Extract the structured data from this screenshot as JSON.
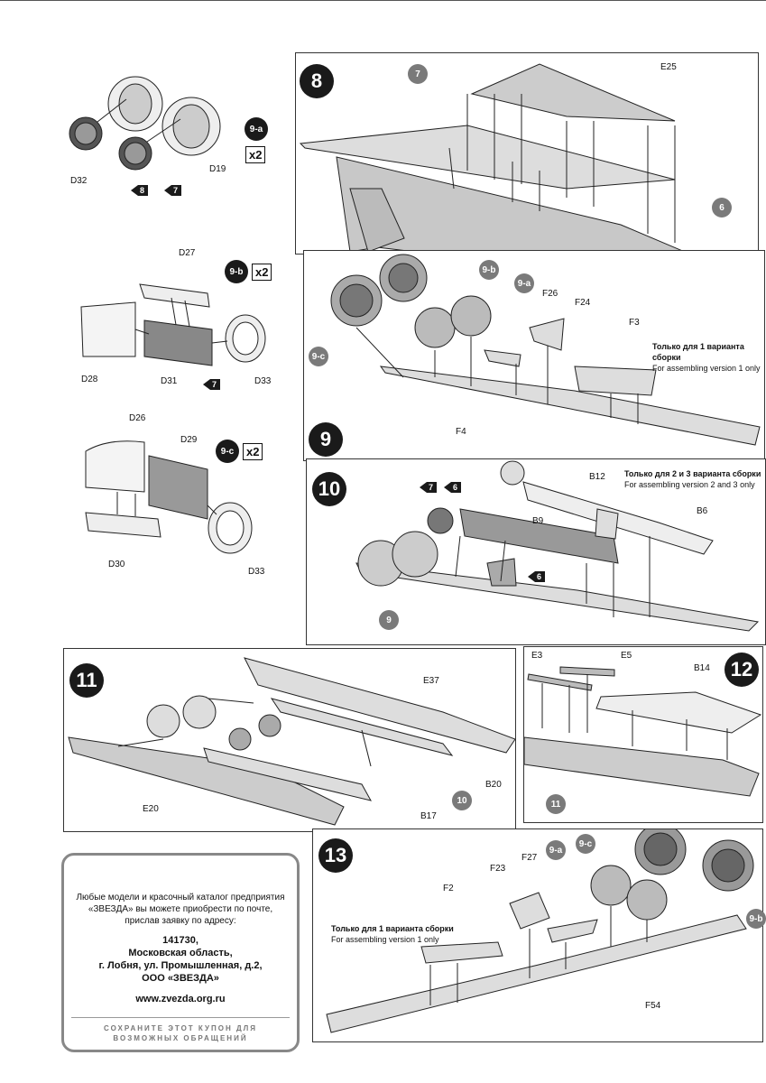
{
  "sub_assemblies": {
    "a": {
      "id": "9-a",
      "qty": "x2",
      "parts": [
        "D32",
        "D19"
      ],
      "stars": [
        "8",
        "7"
      ]
    },
    "b": {
      "id": "9-b",
      "qty": "x2",
      "parts": [
        "D27",
        "D28",
        "D31",
        "D33"
      ],
      "stars": [
        "7"
      ]
    },
    "c": {
      "id": "9-c",
      "qty": "x2",
      "parts": [
        "D26",
        "D29",
        "D30",
        "D33"
      ]
    }
  },
  "step8": {
    "number": "8",
    "refs": [
      "7",
      "6"
    ],
    "parts": [
      "E25"
    ]
  },
  "step9": {
    "number": "9",
    "refs": [
      "9-b",
      "9-a",
      "9-c"
    ],
    "parts": [
      "F26",
      "F24",
      "F3",
      "F4"
    ],
    "note_ru": "Только для 1 варианта сборки",
    "note_en": "For assembling version 1 only"
  },
  "step10": {
    "number": "10",
    "stars": [
      "7",
      "6",
      "6"
    ],
    "refs": [
      "9"
    ],
    "parts": [
      "B12",
      "B9",
      "B6"
    ],
    "note_ru": "Только для 2 и 3 варианта сборки",
    "note_en": "For assembling version 2 and 3 only"
  },
  "step11": {
    "number": "11",
    "refs": [
      "10"
    ],
    "parts": [
      "E37",
      "B20",
      "E20",
      "B17"
    ]
  },
  "step12": {
    "number": "12",
    "refs": [
      "11"
    ],
    "parts": [
      "E3",
      "E5",
      "B14"
    ]
  },
  "step13": {
    "number": "13",
    "refs": [
      "9-c",
      "9-a",
      "9-b"
    ],
    "parts": [
      "F23",
      "F27",
      "F2",
      "F54"
    ],
    "note_ru": "Только для 1 варианта сборки",
    "note_en": "For assembling version 1 only"
  },
  "coupon": {
    "line1": "Любые модели и красочный каталог предприятия",
    "line2": "«ЗВЕЗДА» вы можете приобрести по почте,",
    "line3": "прислав заявку по адресу:",
    "zip": "141730,",
    "region": "Московская область,",
    "street": "г. Лобня, ул. Промышленная, д.2,",
    "company": "ООО «ЗВЕЗДА»",
    "website": "www.zvezda.org.ru",
    "keep1": "СОХРАНИТЕ ЭТОТ КУПОН ДЛЯ",
    "keep2": "ВОЗМОЖНЫХ ОБРАЩЕНИЙ"
  }
}
